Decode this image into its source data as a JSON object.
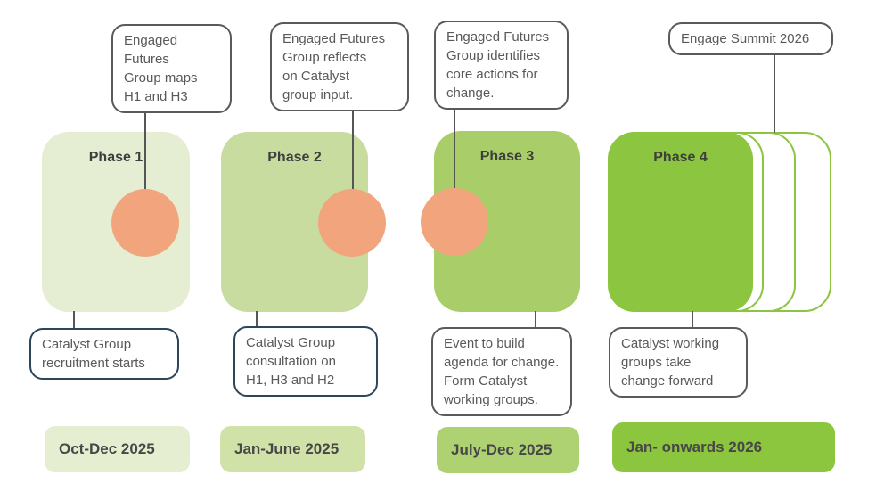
{
  "colors": {
    "circle": "#F2A57D",
    "connector": "#565656",
    "callout_border_gray": "#5A5A5A",
    "callout_border_navy": "#2F4558",
    "callout_text": "#595959",
    "phase_title_text": "#3E3E3E",
    "date_text": "#474747",
    "ghost_box_border": "#8CC540"
  },
  "phases": [
    {
      "title": "Phase 1",
      "fill": "#E5EDD2",
      "top_note": "Engaged\nFutures\nGroup maps\nH1 and H3",
      "bottom_note": "Catalyst Group\nrecruitment starts",
      "date": "Oct-Dec 2025",
      "date_fill": "#E5EED0"
    },
    {
      "title": "Phase 2",
      "fill": "#C9DCA0",
      "top_note": "Engaged Futures\nGroup reflects\non Catalyst\ngroup input.",
      "bottom_note": "Catalyst Group\nconsultation on\nH1, H3 and H2",
      "date": "Jan-June 2025",
      "date_fill": "#D0E2A8"
    },
    {
      "title": "Phase 3",
      "fill": "#A9CD68",
      "top_note": "Engaged Futures\nGroup identifies\ncore actions for\nchange.",
      "bottom_note": "Event to build\nagenda for change.\nForm Catalyst\nworking groups.",
      "date": "July-Dec 2025",
      "date_fill": "#AED172"
    },
    {
      "title": "Phase 4",
      "fill": "#8CC540",
      "top_note": "Engage Summit 2026",
      "bottom_note": "Catalyst working\ngroups take\nchange forward",
      "date": "Jan- onwards 2026",
      "date_fill": "#8CC63F"
    }
  ]
}
